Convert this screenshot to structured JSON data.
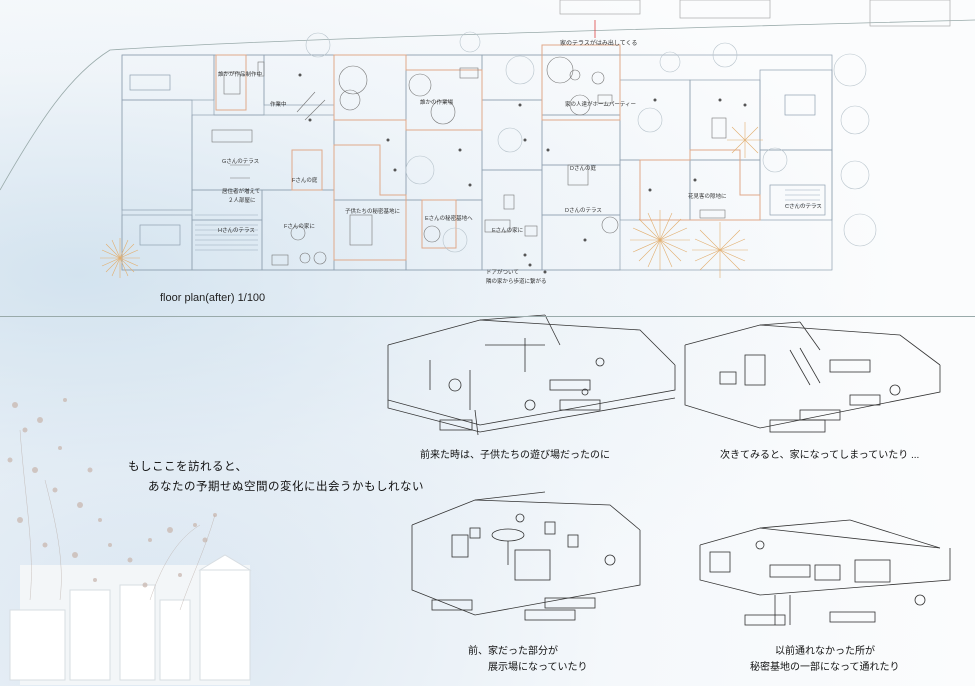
{
  "plan": {
    "title": "floor plan(after) 1/100",
    "labels": [
      "家のテラスがはみ出してくる",
      "誰かが作品制作中",
      "作業中",
      "誰かの作業場",
      "Gさんのテラス",
      "Fさんの庭",
      "居住者が増えて",
      "２人部屋に",
      "Hさんのテラス",
      "Fさんの家に",
      "子供たちの秘密基地に",
      "Eさんの秘密基地へ",
      "Eさんの家に",
      "Dさんの庭",
      "Dさんのテラス",
      "家の人達がホームパーティー",
      "花見客の隙地に",
      "Cさんのテラス",
      "ドアがついて",
      "隣の家から歩道に繋がる"
    ]
  },
  "texts": {
    "headline_1": "もしここを訪れると、",
    "headline_2": "あなたの予期せぬ空間の変化に出会うかもしれない",
    "cap_1": "前来た時は、子供たちの遊び場だったのに",
    "cap_2": "次きてみると、家になってしまっていたり ...",
    "cap_3a": "前、家だった部分が",
    "cap_3b": "展示場になっていたり",
    "cap_4a": "以前通れなかった所が",
    "cap_4b": "秘密基地の一部になって通れたり"
  },
  "colors": {
    "line": "#8f9aa3",
    "orange": "#e2b48e",
    "tree": "#e0b070",
    "bg": "#fbfcfd"
  }
}
